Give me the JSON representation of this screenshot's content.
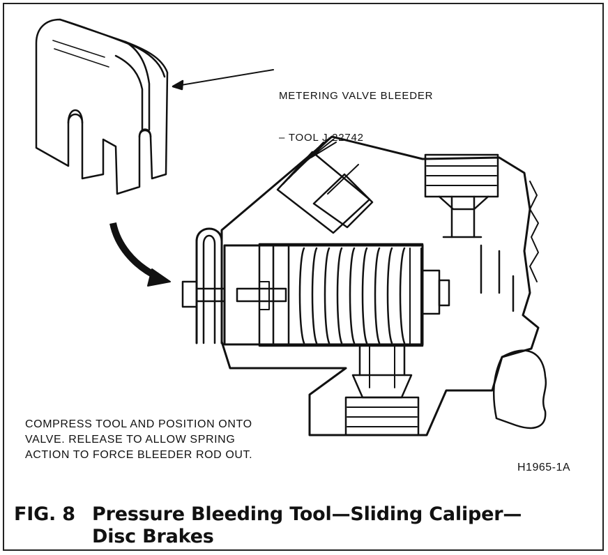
{
  "callout": {
    "line1": "METERING VALVE BLEEDER",
    "line2": "– TOOL J-22742"
  },
  "note": {
    "line1": "COMPRESS TOOL AND POSITION ONTO",
    "line2": "VALVE. RELEASE TO ALLOW SPRING",
    "line3": "ACTION TO FORCE BLEEDER ROD OUT."
  },
  "figure_code": "H1965-1A",
  "caption": {
    "fig_label": "FIG. 8",
    "line1": "Pressure Bleeding Tool—Sliding Caliper—",
    "line2": "Disc Brakes"
  }
}
